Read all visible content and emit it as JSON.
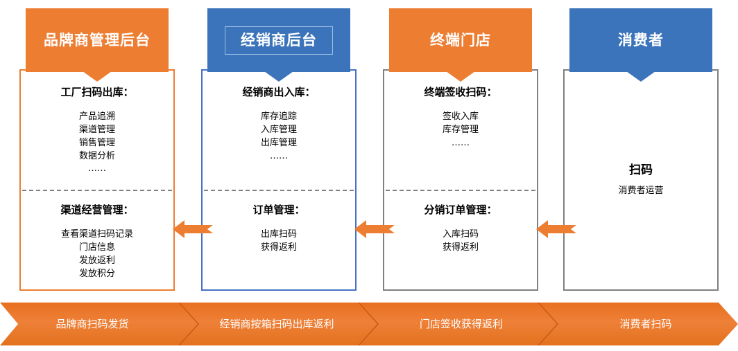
{
  "diagram": {
    "columns": [
      {
        "id": "brand-owner",
        "header": "品牌商管理后台",
        "accent": "#ED7D31",
        "sections": [
          {
            "title": "工厂扫码出库：",
            "lines": [
              "产品追溯",
              "渠道管理",
              "销售管理",
              "数据分析",
              "……"
            ]
          },
          {
            "title": "渠道经营管理：",
            "lines": [
              "查看渠道扫码记录",
              "门店信息",
              "发放返利",
              "发放积分"
            ]
          }
        ]
      },
      {
        "id": "distributor",
        "header": "经销商后台",
        "accent": "#3B74BA",
        "sections": [
          {
            "title": "经销商出入库：",
            "lines": [
              "库存追踪",
              "入库管理",
              "出库管理",
              "……"
            ]
          },
          {
            "title": "订单管理：",
            "lines": [
              "出库扫码",
              "获得返利"
            ]
          }
        ]
      },
      {
        "id": "terminal-store",
        "header": "终端门店",
        "accent": "#ED7D31",
        "sections": [
          {
            "title": "终端签收扫码：",
            "lines": [
              "签收入库",
              "库存管理",
              "……"
            ]
          },
          {
            "title": "分销订单管理：",
            "lines": [
              "入库扫码",
              "获得返利"
            ]
          }
        ]
      },
      {
        "id": "consumer",
        "header": "消费者",
        "accent": "#3B74BA",
        "main_label": "扫码",
        "sub_label": "消费者运营"
      }
    ],
    "connectors": [
      {
        "name": "arrow-distributor-to-brand",
        "direction": "left"
      },
      {
        "name": "arrow-store-to-distributor",
        "direction": "left"
      },
      {
        "name": "arrow-consumer-to-store",
        "direction": "left"
      }
    ],
    "flow_ribbon": {
      "color": "#ED7D31",
      "steps": [
        "品牌商扫码发货",
        "经销商按箱扫码出库返利",
        "门店签收获得返利",
        "消费者扫码"
      ]
    }
  }
}
